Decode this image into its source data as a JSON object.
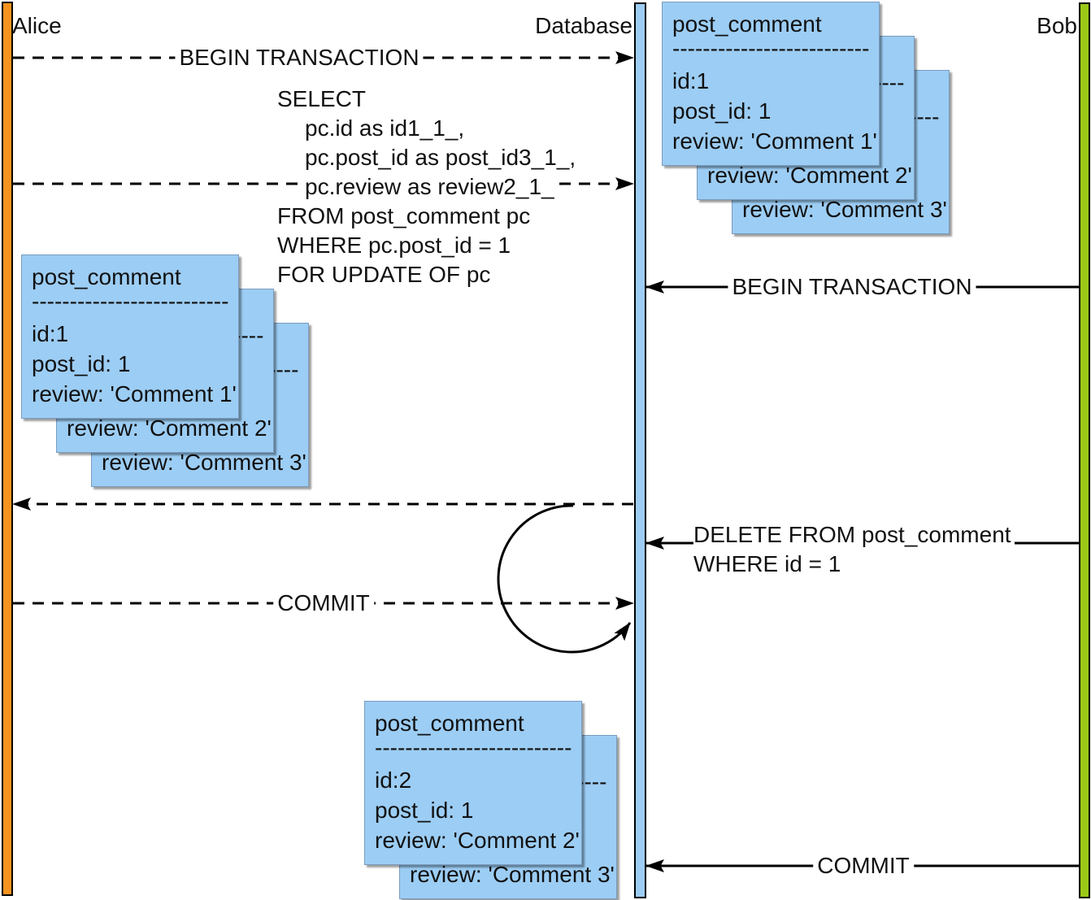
{
  "actors": {
    "alice": {
      "label": "Alice",
      "color": "#F79420"
    },
    "database": {
      "label": "Database",
      "color": "#9DCDF4"
    },
    "bob": {
      "label": "Bob",
      "color": "#9BC917"
    }
  },
  "messages": {
    "alice_begin": {
      "label": "BEGIN TRANSACTION"
    },
    "select": {
      "lines": [
        "SELECT",
        "pc.id as id1_1_,",
        "pc.post_id as post_id3_1_,",
        "pc.review as review2_1_",
        "FROM post_comment pc",
        "WHERE pc.post_id = 1",
        "FOR UPDATE OF pc"
      ]
    },
    "alice_commit": {
      "label": "COMMIT"
    },
    "bob_begin": {
      "label": "BEGIN TRANSACTION"
    },
    "bob_delete": {
      "lines": [
        "DELETE FROM post_comment",
        "WHERE id = 1"
      ]
    },
    "bob_commit": {
      "label": "COMMIT"
    }
  },
  "notes": {
    "separator": "---------------------------",
    "db_top": {
      "cards": [
        {
          "title": "post_comment",
          "rows": [
            "id:1",
            "post_id: 1",
            "review: 'Comment 1'"
          ]
        },
        {
          "rows": [
            "",
            "",
            "review: 'Comment 2'"
          ]
        },
        {
          "rows": [
            "",
            "",
            "review: 'Comment 3'"
          ]
        }
      ]
    },
    "alice_side": {
      "cards": [
        {
          "title": "post_comment",
          "rows": [
            "id:1",
            "post_id: 1",
            "review: 'Comment 1'"
          ]
        },
        {
          "rows": [
            "",
            "",
            "review: 'Comment 2'"
          ]
        },
        {
          "rows": [
            "",
            "",
            "review: 'Comment 3'"
          ]
        }
      ]
    },
    "db_bottom": {
      "cards": [
        {
          "title": "post_comment",
          "rows": [
            "id:2",
            "post_id: 1",
            "review: 'Comment 2'"
          ]
        },
        {
          "rows": [
            "",
            "",
            "review: 'Comment 3'"
          ]
        }
      ]
    }
  }
}
